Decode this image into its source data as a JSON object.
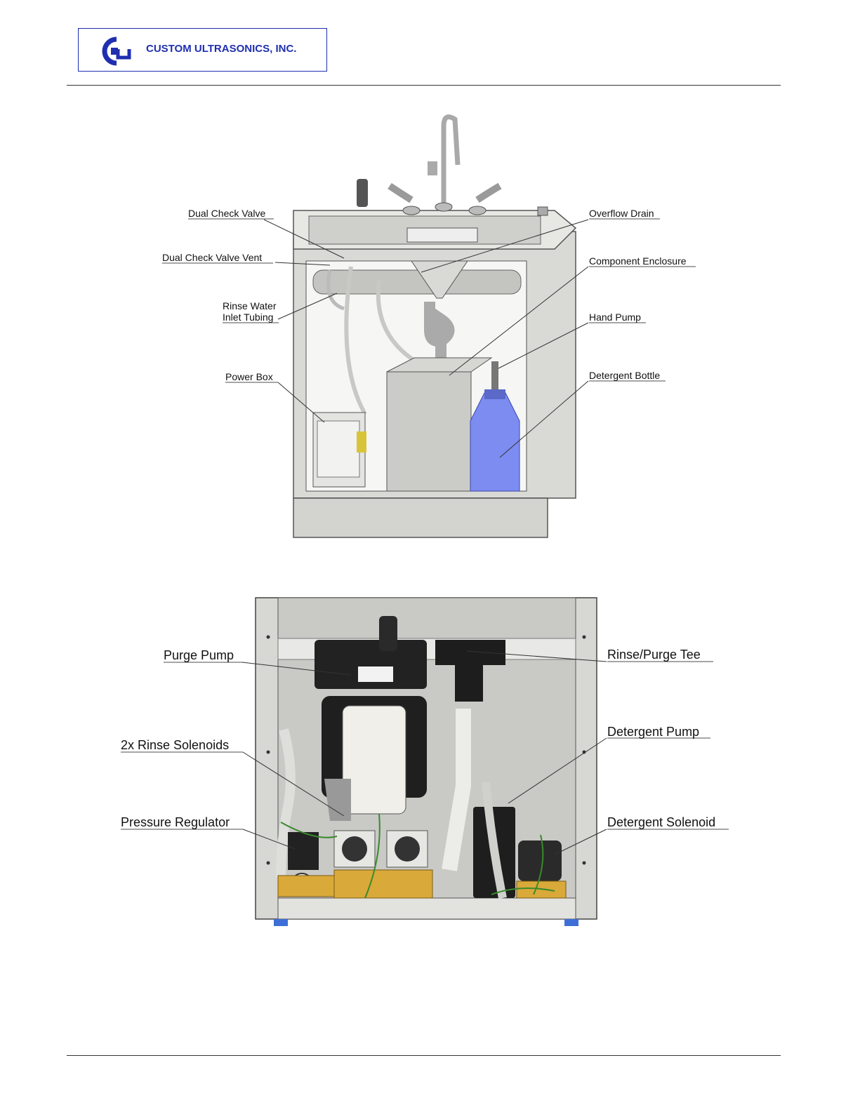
{
  "header": {
    "company": "CUSTOM ULTRASONICS, INC.",
    "brand_color": "#1f2fb0"
  },
  "figure_top": {
    "labels": {
      "dual_check_valve": "Dual Check Valve",
      "dual_check_valve_vent": "Dual Check Valve Vent",
      "rinse_water_line1": "Rinse Water",
      "rinse_water_line2": "Inlet Tubing",
      "power_box": "Power Box",
      "overflow_drain": "Overflow Drain",
      "component_enclosure": "Component Enclosure",
      "hand_pump": "Hand Pump",
      "detergent_bottle": "Detergent Bottle"
    }
  },
  "figure_bottom": {
    "labels": {
      "purge_pump": "Purge Pump",
      "rinse_solenoids": "2x Rinse Solenoids",
      "pressure_regulator": "Pressure Regulator",
      "rinse_purge_tee": "Rinse/Purge Tee",
      "detergent_pump": "Detergent Pump",
      "detergent_solenoid": "Detergent Solenoid"
    }
  }
}
